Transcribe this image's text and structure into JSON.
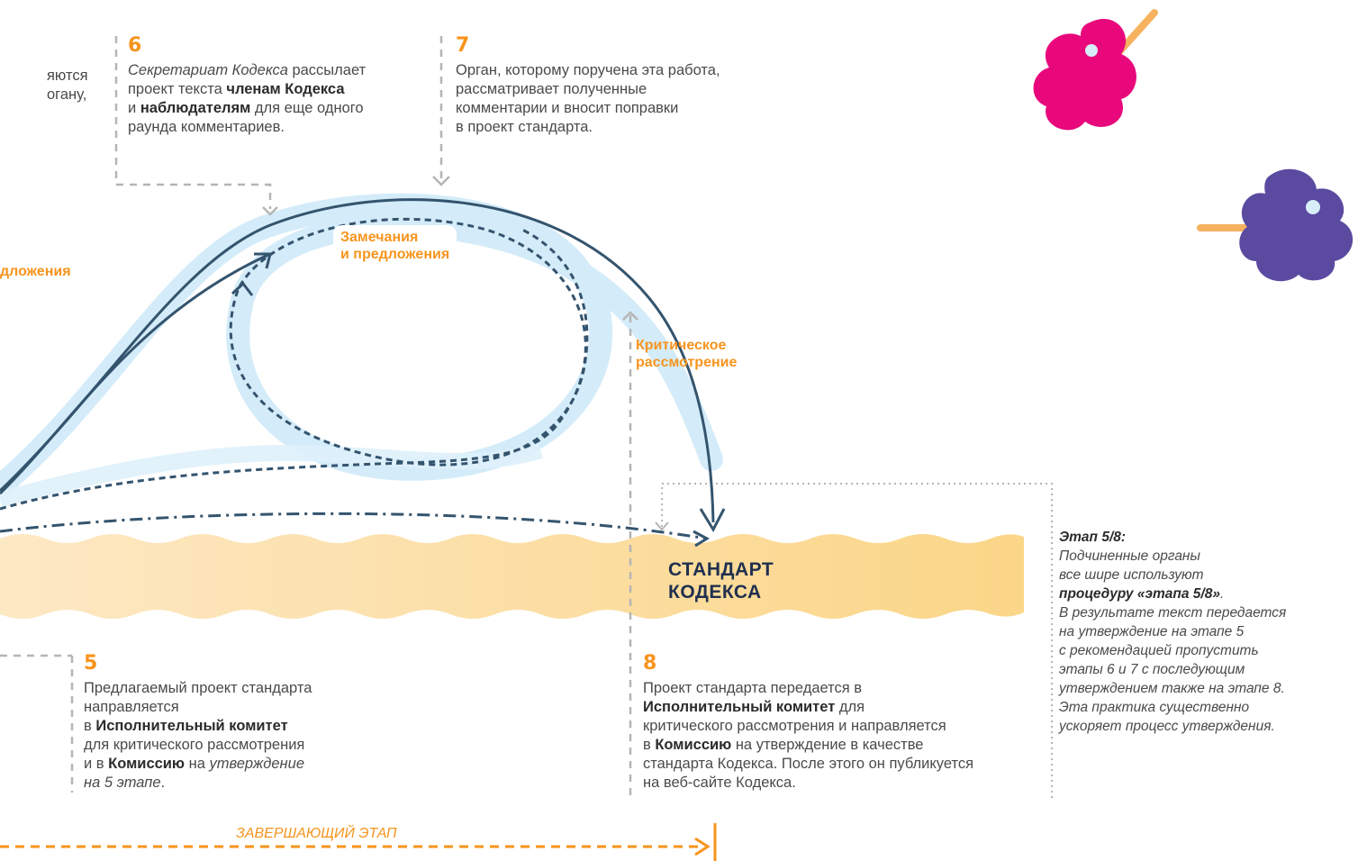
{
  "colors": {
    "orange": "#f7941d",
    "navy": "#34546e",
    "lightblue": "#cfeaf8",
    "band": "#fbd98c",
    "pink": "#e8087c",
    "purple": "#5a4aa0",
    "tan": "#f6b25e"
  },
  "icons": [
    "pink-blob-icon",
    "purple-blob-icon"
  ],
  "partial_left_top": {
    "line1": "яются",
    "line2": "огану,"
  },
  "partial_left_label": "дложения",
  "step6": {
    "number": "6",
    "t1_italic": "Секретариат Кодекса",
    "t1_rest": " рассылает",
    "t2": "проект текста ",
    "t2_bold": "членам Кодекса",
    "t3": "и ",
    "t3_bold": "наблюдателям",
    "t3_rest": " для еще одного",
    "t4": "раунда комментариев."
  },
  "step7": {
    "number": "7",
    "lines": [
      "Орган, которому поручена эта работа,",
      "рассматривает полученные",
      "комментарии и вносит поправки",
      "в проект стандарта."
    ]
  },
  "label_comments": {
    "line1": "Замечания",
    "line2": "и предложения"
  },
  "label_critical": {
    "line1": "Критическое",
    "line2": "рассмотрение"
  },
  "standard": {
    "line1": "СТАНДАРТ",
    "line2": "КОДЕКСА"
  },
  "step5": {
    "number": "5",
    "l1": "Предлагаемый проект стандарта",
    "l2": "направляется",
    "l3": "в ",
    "l3_bold": "Исполнительный комитет",
    "l4": "для критического рассмотрения",
    "l5": "и в ",
    "l5_bold": "Комиссию",
    "l5_rest": " на ",
    "l5_italic": "утверждение",
    "l6_italic": "на 5 этапе",
    "l6_rest": "."
  },
  "step8": {
    "number": "8",
    "l1": "Проект стандарта передается в",
    "l2_bold": "Исполнительный комитет",
    "l2_rest": " для",
    "l3": "критического рассмотрения и направляется",
    "l4": "в ",
    "l4_bold": "Комиссию",
    "l4_rest": " на утверждение в качестве",
    "l5": "стандарта Кодекса. После этого он публикуется",
    "l6": "на веб-сайте Кодекса."
  },
  "stage58": {
    "title": "Этап 5/8:",
    "l1": "Подчиненные органы",
    "l2": "все шире используют",
    "l3_bold": "процедуру «этапа 5/8»",
    "l3_rest": ".",
    "l4": "В результате текст передается",
    "l5": "на утверждение на этапе 5",
    "l6": "с рекомендацией пропустить",
    "l7": "этапы 6 и 7 с последующим",
    "l8": "утверждением также на этапе 8.",
    "l9": "Эта практика существенно",
    "l10": "ускоряет процесс утверждения."
  },
  "final_stage": "ЗАВЕРШАЮЩИЙ ЭТАП"
}
